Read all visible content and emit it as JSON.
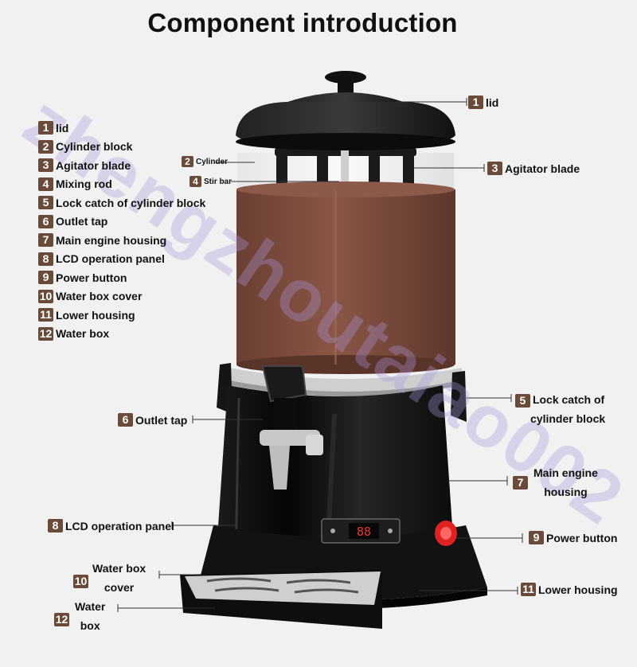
{
  "title": "Component introduction",
  "watermark": "zhengzhoutaiao002",
  "legend": [
    {
      "num": "1",
      "label": "lid"
    },
    {
      "num": "2",
      "label": "Cylinder block"
    },
    {
      "num": "3",
      "label": "Agitator blade"
    },
    {
      "num": "4",
      "label": "Mixing rod"
    },
    {
      "num": "5",
      "label": "Lock catch of cylinder block"
    },
    {
      "num": "6",
      "label": "Outlet tap"
    },
    {
      "num": "7",
      "label": "Main engine housing"
    },
    {
      "num": "8",
      "label": "LCD operation panel"
    },
    {
      "num": "9",
      "label": "Power button"
    },
    {
      "num": "10",
      "label": "Water box cover"
    },
    {
      "num": "11",
      "label": "Lower housing"
    },
    {
      "num": "12",
      "label": "Water box"
    }
  ],
  "callouts": {
    "lid": {
      "num": "1",
      "label": "lid"
    },
    "cylinder": {
      "num": "2",
      "label": "Cylinder"
    },
    "stir_bar": {
      "num": "4",
      "label": "Stir bar"
    },
    "agitator": {
      "num": "3",
      "label": "Agitator blade"
    },
    "lock_catch": {
      "num": "5",
      "line1": "Lock catch of",
      "line2": "cylinder block"
    },
    "outlet_tap": {
      "num": "6",
      "label": "Outlet tap"
    },
    "main_engine": {
      "num": "7",
      "line1": "Main engine",
      "line2": "housing"
    },
    "lcd": {
      "num": "8",
      "label": "LCD operation panel"
    },
    "power": {
      "num": "9",
      "label": "Power button"
    },
    "water_box_cover": {
      "num": "10",
      "line1": "Water box",
      "line2": "cover"
    },
    "lower_housing": {
      "num": "11",
      "label": "Lower housing"
    },
    "water_box": {
      "num": "12",
      "line1": "Water",
      "line2": "box"
    }
  },
  "lcd_display": "88",
  "colors": {
    "badge": "#6a4a38",
    "chocolate": "#7a4a3a",
    "housing": "#0e0e0e",
    "background": "#f1f1f1"
  }
}
